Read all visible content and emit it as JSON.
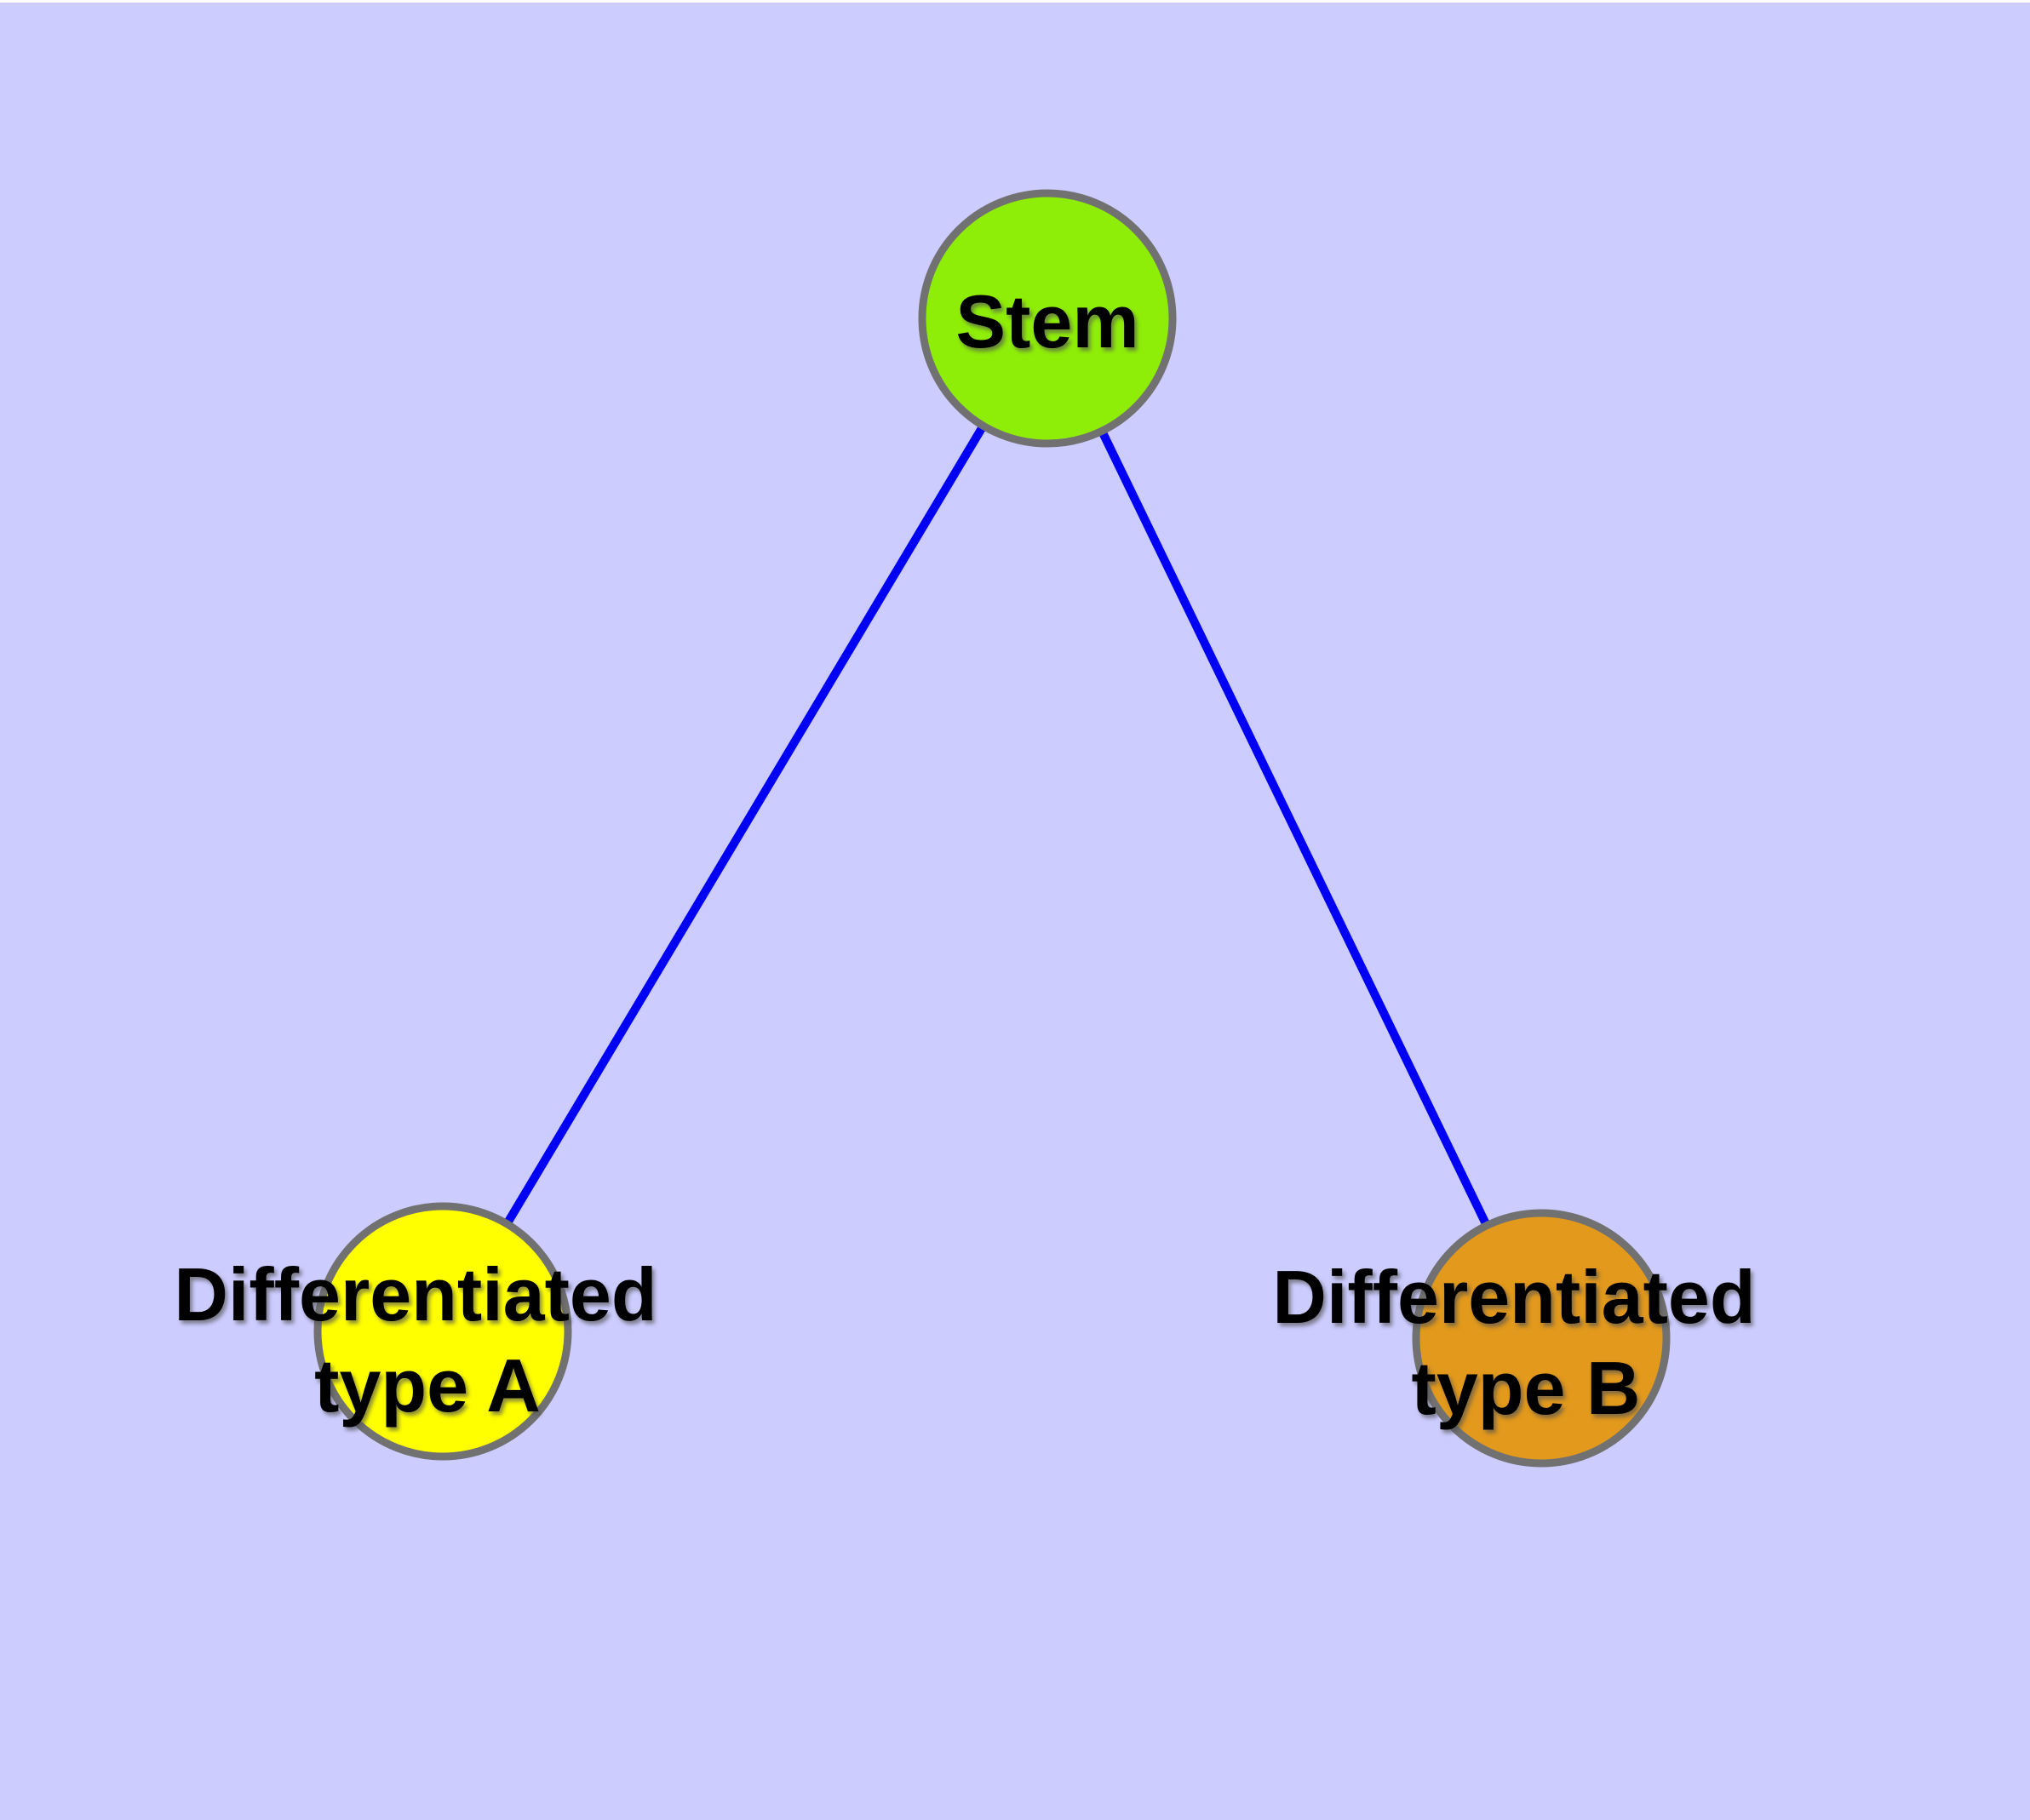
{
  "diagram": {
    "background_color": "#CCCCFF",
    "top_border_color": "#FFFFFF",
    "edge_color": "#0000F5",
    "node_border_color": "#717171",
    "label_color": "#000000",
    "nodes": [
      {
        "id": "stem",
        "label_line1": "Stem",
        "label_line2": "",
        "fill": "#8FEE08"
      },
      {
        "id": "differentiated-type-a",
        "label_line1": "Differentiated",
        "label_line2": "type A",
        "fill": "#FFFF00"
      },
      {
        "id": "differentiated-type-b",
        "label_line1": "Differentiated",
        "label_line2": "type B",
        "fill": "#E2991C"
      }
    ],
    "edges": [
      {
        "from": "stem",
        "to": "differentiated-type-a"
      },
      {
        "from": "stem",
        "to": "differentiated-type-b"
      }
    ]
  }
}
